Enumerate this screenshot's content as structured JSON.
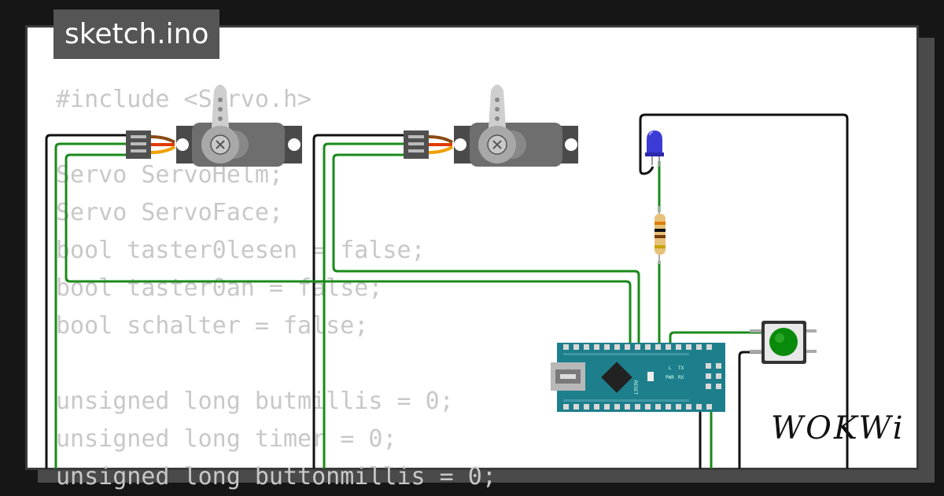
{
  "tab": {
    "filename": "sketch.ino"
  },
  "brand": {
    "name": "WOKWi"
  },
  "code_lines": [
    "#include <Servo.h>",
    "",
    "Servo ServoHelm;",
    "Servo ServoFace;",
    "bool taster0lesen = false;",
    "bool taster0an = false;",
    "bool schalter = false;",
    "",
    "unsigned long butmillis = 0;",
    "unsigned long timer = 0;",
    "unsigned long buttonmillis = 0;"
  ],
  "board": {
    "reset_label": "RESET",
    "l_label": "L",
    "pwr_label": "PWR",
    "tx_label": "TX",
    "rx_label": "RX"
  },
  "colors": {
    "wire_green": "#1a8a1a",
    "wire_black": "#111111",
    "servo_body": "#666666",
    "board": "#1e7f8c",
    "led": "#3b3bd6",
    "button": "#0a8a0a"
  },
  "icons": [
    "servo-icon",
    "led-icon",
    "resistor-icon",
    "pushbutton-icon",
    "arduino-nano-icon"
  ]
}
